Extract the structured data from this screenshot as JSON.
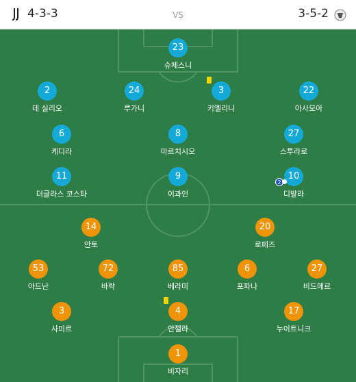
{
  "header": {
    "home_formation": "4-3-3",
    "vs_label": "VS",
    "away_formation": "3-5-2"
  },
  "colors": {
    "home": "#14a9d6",
    "away": "#ef9407",
    "pitch": "#2e7d47",
    "card": "#f5d400"
  },
  "home_players": [
    {
      "number": "23",
      "name": "슈체스니"
    },
    {
      "number": "2",
      "name": "데 실리오"
    },
    {
      "number": "24",
      "name": "루가니"
    },
    {
      "number": "3",
      "name": "키엘리니",
      "yellow_card": true
    },
    {
      "number": "22",
      "name": "아사모아"
    },
    {
      "number": "6",
      "name": "케디라"
    },
    {
      "number": "8",
      "name": "마르치시오"
    },
    {
      "number": "27",
      "name": "스투라로"
    },
    {
      "number": "11",
      "name": "더글라스 코스타"
    },
    {
      "number": "9",
      "name": "이과인"
    },
    {
      "number": "10",
      "name": "디발라",
      "goals": "2"
    }
  ],
  "away_players": [
    {
      "number": "14",
      "name": "안토"
    },
    {
      "number": "20",
      "name": "로페즈"
    },
    {
      "number": "53",
      "name": "아드난"
    },
    {
      "number": "72",
      "name": "바락"
    },
    {
      "number": "85",
      "name": "베라미"
    },
    {
      "number": "6",
      "name": "포파나"
    },
    {
      "number": "27",
      "name": "비드메르"
    },
    {
      "number": "3",
      "name": "사미르"
    },
    {
      "number": "4",
      "name": "안젤라",
      "yellow_card": true
    },
    {
      "number": "17",
      "name": "누이트니크"
    },
    {
      "number": "1",
      "name": "비자리"
    }
  ]
}
